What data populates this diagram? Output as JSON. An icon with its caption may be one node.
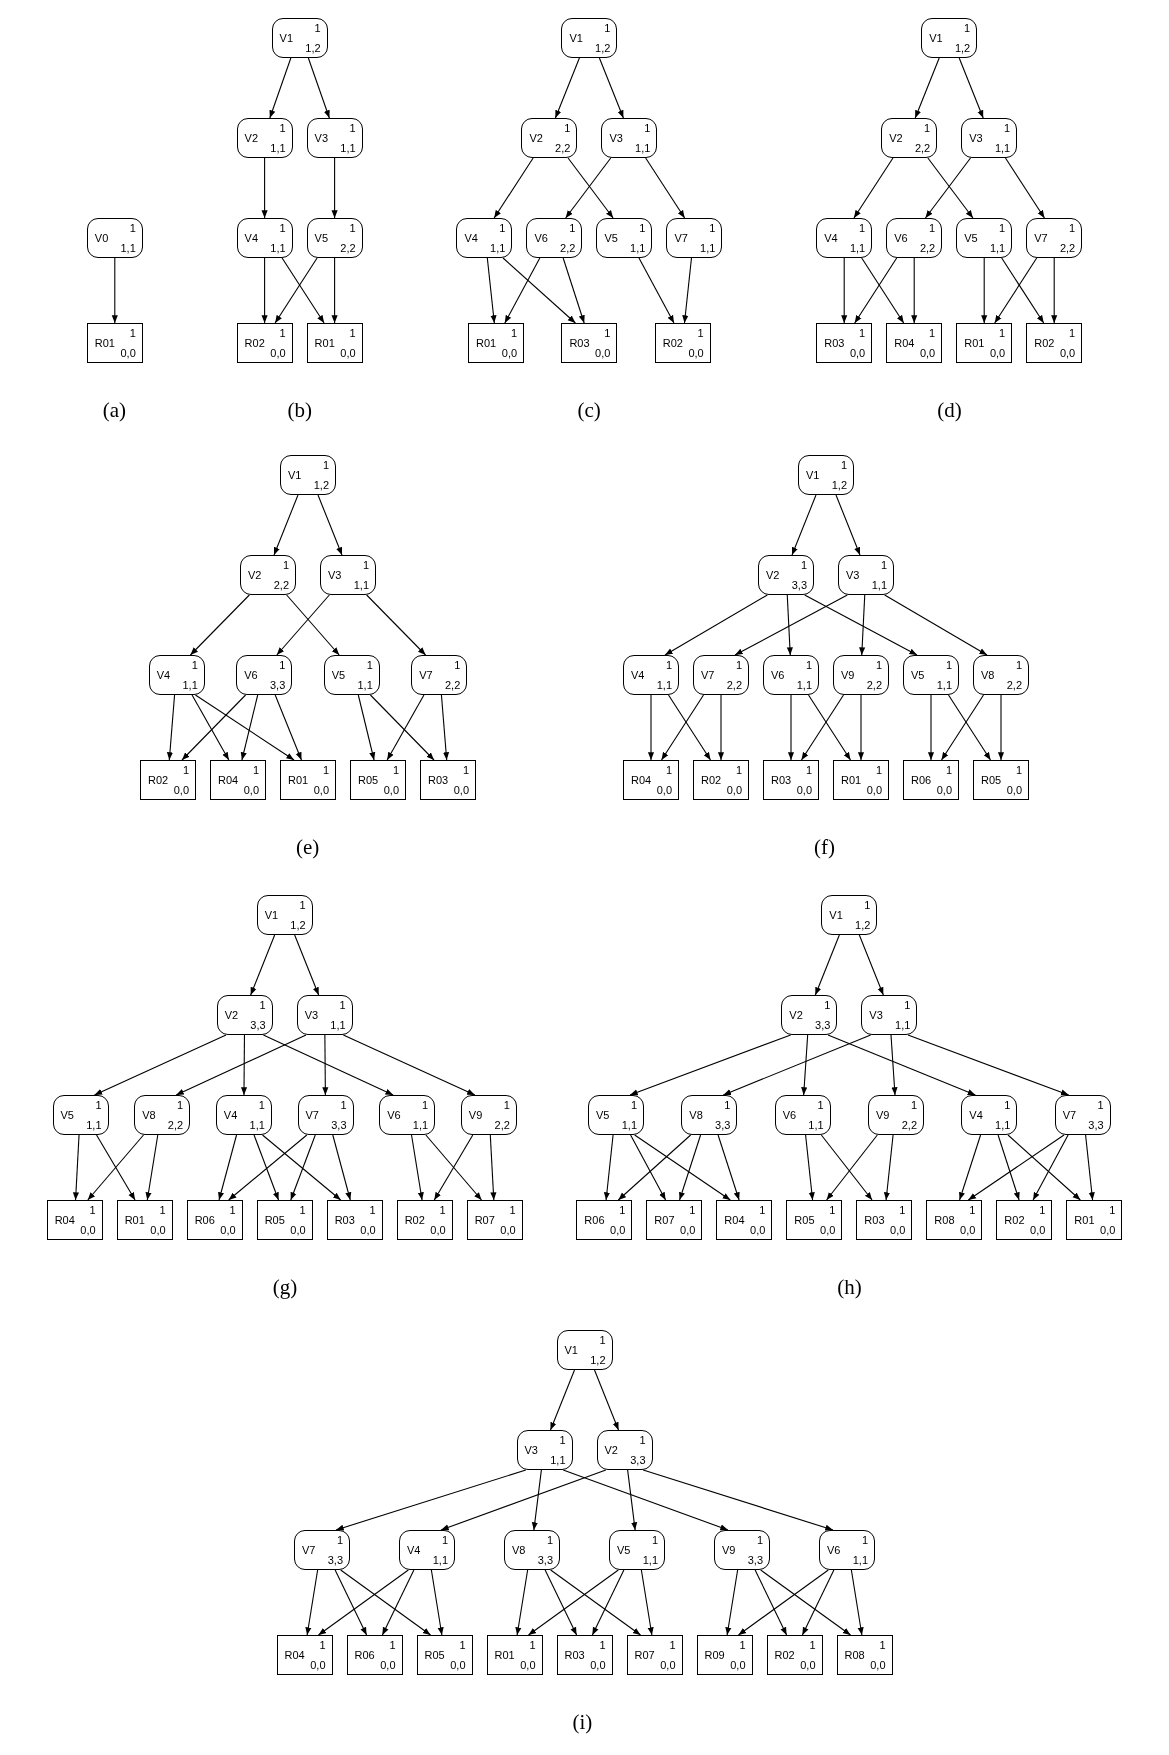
{
  "diagram": {
    "nodes": [
      {
        "text": [
          "1",
          "V0",
          "1,1"
        ]
      },
      {
        "text": [
          "1",
          "R01",
          "0,0"
        ]
      },
      {
        "text": [
          "1",
          "V1",
          "1,2"
        ]
      },
      {
        "text": [
          "1",
          "V2",
          "1,1"
        ]
      },
      {
        "text": [
          "1",
          "V3",
          "1,1"
        ]
      },
      {
        "text": [
          "1",
          "V4",
          "1,1"
        ]
      },
      {
        "text": [
          "1",
          "V5",
          "2,2"
        ]
      },
      {
        "text": [
          "1",
          "R02",
          "0,0"
        ]
      },
      {
        "text": [
          "1",
          "R01",
          "0,0"
        ]
      },
      {
        "text": [
          "1",
          "V1",
          "1,2"
        ]
      },
      {
        "text": [
          "1",
          "V2",
          "2,2"
        ]
      },
      {
        "text": [
          "1",
          "V3",
          "1,1"
        ]
      },
      {
        "text": [
          "1",
          "V4",
          "1,1"
        ]
      },
      {
        "text": [
          "1",
          "V6",
          "2,2"
        ]
      },
      {
        "text": [
          "1",
          "V5",
          "1,1"
        ]
      },
      {
        "text": [
          "1",
          "V7",
          "1,1"
        ]
      },
      {
        "text": [
          "1",
          "R01",
          "0,0"
        ]
      },
      {
        "text": [
          "1",
          "R03",
          "0,0"
        ]
      },
      {
        "text": [
          "1",
          "R02",
          "0,0"
        ]
      },
      {
        "text": [
          "1",
          "V1",
          "1,2"
        ]
      },
      {
        "text": [
          "1",
          "V2",
          "2,2"
        ]
      },
      {
        "text": [
          "1",
          "V3",
          "1,1"
        ]
      },
      {
        "text": [
          "1",
          "V4",
          "1,1"
        ]
      },
      {
        "text": [
          "1",
          "V6",
          "2,2"
        ]
      },
      {
        "text": [
          "1",
          "V5",
          "1,1"
        ]
      },
      {
        "text": [
          "1",
          "V7",
          "2,2"
        ]
      },
      {
        "text": [
          "1",
          "R03",
          "0,0"
        ]
      },
      {
        "text": [
          "1",
          "R04",
          "0,0"
        ]
      },
      {
        "text": [
          "1",
          "R01",
          "0,0"
        ]
      },
      {
        "text": [
          "1",
          "R02",
          "0,0"
        ]
      },
      {
        "text": [
          "1",
          "V1",
          "1,2"
        ]
      },
      {
        "text": [
          "1",
          "V2",
          "2,2"
        ]
      },
      {
        "text": [
          "1",
          "V3",
          "1,1"
        ]
      },
      {
        "text": [
          "1",
          "V4",
          "1,1"
        ]
      },
      {
        "text": [
          "1",
          "V6",
          "3,3"
        ]
      },
      {
        "text": [
          "1",
          "V5",
          "1,1"
        ]
      },
      {
        "text": [
          "1",
          "V7",
          "2,2"
        ]
      },
      {
        "text": [
          "1",
          "R02",
          "0,0"
        ]
      },
      {
        "text": [
          "1",
          "R04",
          "0,0"
        ]
      },
      {
        "text": [
          "1",
          "R01",
          "0,0"
        ]
      },
      {
        "text": [
          "1",
          "R05",
          "0,0"
        ]
      },
      {
        "text": [
          "1",
          "R03",
          "0,0"
        ]
      },
      {
        "text": [
          "1",
          "V1",
          "1,2"
        ]
      },
      {
        "text": [
          "1",
          "V2",
          "3,3"
        ]
      },
      {
        "text": [
          "1",
          "V3",
          "1,1"
        ]
      },
      {
        "text": [
          "1",
          "V4",
          "1,1"
        ]
      },
      {
        "text": [
          "1",
          "V7",
          "2,2"
        ]
      },
      {
        "text": [
          "1",
          "V6",
          "1,1"
        ]
      },
      {
        "text": [
          "1",
          "V9",
          "2,2"
        ]
      },
      {
        "text": [
          "1",
          "V5",
          "1,1"
        ]
      },
      {
        "text": [
          "1",
          "V8",
          "2,2"
        ]
      },
      {
        "text": [
          "1",
          "R04",
          "0,0"
        ]
      },
      {
        "text": [
          "1",
          "R02",
          "0,0"
        ]
      },
      {
        "text": [
          "1",
          "R03",
          "0,0"
        ]
      },
      {
        "text": [
          "1",
          "R01",
          "0,0"
        ]
      },
      {
        "text": [
          "1",
          "R06",
          "0,0"
        ]
      },
      {
        "text": [
          "1",
          "R05",
          "0,0"
        ]
      },
      {
        "text": [
          "1",
          "V1",
          "1,2"
        ]
      },
      {
        "text": [
          "1",
          "V2",
          "3,3"
        ]
      },
      {
        "text": [
          "1",
          "V3",
          "1,1"
        ]
      },
      {
        "text": [
          "1",
          "V5",
          "1,1"
        ]
      },
      {
        "text": [
          "1",
          "V8",
          "2,2"
        ]
      },
      {
        "text": [
          "1",
          "V4",
          "1,1"
        ]
      },
      {
        "text": [
          "1",
          "V7",
          "3,3"
        ]
      },
      {
        "text": [
          "1",
          "V6",
          "1,1"
        ]
      },
      {
        "text": [
          "1",
          "V9",
          "2,2"
        ]
      },
      {
        "text": [
          "1",
          "R04",
          "0,0"
        ]
      },
      {
        "text": [
          "1",
          "R01",
          "0,0"
        ]
      },
      {
        "text": [
          "1",
          "R06",
          "0,0"
        ]
      },
      {
        "text": [
          "1",
          "R05",
          "0,0"
        ]
      },
      {
        "text": [
          "1",
          "R03",
          "0,0"
        ]
      },
      {
        "text": [
          "1",
          "R02",
          "0,0"
        ]
      },
      {
        "text": [
          "1",
          "R07",
          "0,0"
        ]
      },
      {
        "text": [
          "1",
          "V1",
          "1,2"
        ]
      },
      {
        "text": [
          "1",
          "V2",
          "3,3"
        ]
      },
      {
        "text": [
          "1",
          "V3",
          "1,1"
        ]
      },
      {
        "text": [
          "1",
          "V5",
          "1,1"
        ]
      },
      {
        "text": [
          "1",
          "V8",
          "3,3"
        ]
      },
      {
        "text": [
          "1",
          "V6",
          "1,1"
        ]
      },
      {
        "text": [
          "1",
          "V9",
          "2,2"
        ]
      },
      {
        "text": [
          "1",
          "V4",
          "1,1"
        ]
      },
      {
        "text": [
          "1",
          "V7",
          "3,3"
        ]
      },
      {
        "text": [
          "1",
          "R06",
          "0,0"
        ]
      },
      {
        "text": [
          "1",
          "R07",
          "0,0"
        ]
      },
      {
        "text": [
          "1",
          "R04",
          "0,0"
        ]
      },
      {
        "text": [
          "1",
          "R05",
          "0,0"
        ]
      },
      {
        "text": [
          "1",
          "R03",
          "0,0"
        ]
      },
      {
        "text": [
          "1",
          "R08",
          "0,0"
        ]
      },
      {
        "text": [
          "1",
          "R02",
          "0,0"
        ]
      },
      {
        "text": [
          "1",
          "R01",
          "0,0"
        ]
      },
      {
        "text": [
          "1",
          "V1",
          "1,2"
        ]
      },
      {
        "text": [
          "1",
          "V3",
          "1,1"
        ]
      },
      {
        "text": [
          "1",
          "V2",
          "3,3"
        ]
      },
      {
        "text": [
          "1",
          "V7",
          "3,3"
        ]
      },
      {
        "text": [
          "1",
          "V4",
          "1,1"
        ]
      },
      {
        "text": [
          "1",
          "V8",
          "3,3"
        ]
      },
      {
        "text": [
          "1",
          "V5",
          "1,1"
        ]
      },
      {
        "text": [
          "1",
          "V9",
          "3,3"
        ]
      },
      {
        "text": [
          "1",
          "V6",
          "1,1"
        ]
      },
      {
        "text": [
          "1",
          "R04",
          "0,0"
        ]
      },
      {
        "text": [
          "1",
          "R06",
          "0,0"
        ]
      },
      {
        "text": [
          "1",
          "R05",
          "0,0"
        ]
      },
      {
        "text": [
          "1",
          "R01",
          "0,0"
        ]
      },
      {
        "text": [
          "1",
          "R03",
          "0,0"
        ]
      },
      {
        "text": [
          "1",
          "R07",
          "0,0"
        ]
      },
      {
        "text": [
          "1",
          "R09",
          "0,0"
        ]
      },
      {
        "text": [
          "1",
          "R02",
          "0,0"
        ]
      },
      {
        "text": [
          "1",
          "R08",
          "0,0"
        ]
      }
    ],
    "edges": [
      {
        "from": 0,
        "to": 1,
        "arrow": "to"
      },
      {
        "from": 2,
        "to": 3,
        "arrow": "to"
      },
      {
        "from": 2,
        "to": 4,
        "arrow": "to"
      },
      {
        "from": 3,
        "to": 5,
        "arrow": "to"
      },
      {
        "from": 4,
        "to": 6,
        "arrow": "to"
      },
      {
        "from": 5,
        "to": 7,
        "arrow": "to"
      },
      {
        "from": 5,
        "to": 8,
        "arrow": "to"
      },
      {
        "from": 6,
        "to": 7,
        "arrow": "to"
      },
      {
        "from": 6,
        "to": 8,
        "arrow": "to"
      },
      {
        "from": 9,
        "to": 10,
        "arrow": "to"
      },
      {
        "from": 9,
        "to": 11,
        "arrow": "to"
      },
      {
        "from": 10,
        "to": 12,
        "arrow": "to"
      },
      {
        "from": 10,
        "to": 14,
        "arrow": "to"
      },
      {
        "from": 11,
        "to": 13,
        "arrow": "to"
      },
      {
        "from": 11,
        "to": 15,
        "arrow": "to"
      },
      {
        "from": 12,
        "to": 16,
        "arrow": "to"
      },
      {
        "from": 12,
        "to": 17,
        "arrow": "to"
      },
      {
        "from": 13,
        "to": 16,
        "arrow": "to"
      },
      {
        "from": 13,
        "to": 17,
        "arrow": "to"
      },
      {
        "from": 14,
        "to": 18,
        "arrow": "to"
      },
      {
        "from": 15,
        "to": 18,
        "arrow": "to"
      },
      {
        "from": 19,
        "to": 20,
        "arrow": "to"
      },
      {
        "from": 19,
        "to": 21,
        "arrow": "to"
      },
      {
        "from": 20,
        "to": 22,
        "arrow": "to"
      },
      {
        "from": 20,
        "to": 24,
        "arrow": "to"
      },
      {
        "from": 21,
        "to": 23,
        "arrow": "to"
      },
      {
        "from": 21,
        "to": 25,
        "arrow": "to"
      },
      {
        "from": 22,
        "to": 26,
        "arrow": "to"
      },
      {
        "from": 22,
        "to": 27,
        "arrow": "to"
      },
      {
        "from": 23,
        "to": 26,
        "arrow": "to"
      },
      {
        "from": 23,
        "to": 27,
        "arrow": "to"
      },
      {
        "from": 24,
        "to": 28,
        "arrow": "to"
      },
      {
        "from": 24,
        "to": 29,
        "arrow": "to"
      },
      {
        "from": 25,
        "to": 28,
        "arrow": "to"
      },
      {
        "from": 25,
        "to": 29,
        "arrow": "to"
      },
      {
        "from": 30,
        "to": 31,
        "arrow": "to"
      },
      {
        "from": 30,
        "to": 32,
        "arrow": "to"
      },
      {
        "from": 31,
        "to": 33,
        "arrow": "to"
      },
      {
        "from": 31,
        "to": 35,
        "arrow": "to"
      },
      {
        "from": 32,
        "to": 34,
        "arrow": "to"
      },
      {
        "from": 32,
        "to": 36,
        "arrow": "to"
      },
      {
        "from": 33,
        "to": 37,
        "arrow": "to"
      },
      {
        "from": 33,
        "to": 38,
        "arrow": "to"
      },
      {
        "from": 33,
        "to": 39,
        "arrow": "to"
      },
      {
        "from": 34,
        "to": 37,
        "arrow": "to"
      },
      {
        "from": 34,
        "to": 38,
        "arrow": "to"
      },
      {
        "from": 34,
        "to": 39,
        "arrow": "to"
      },
      {
        "from": 35,
        "to": 40,
        "arrow": "to"
      },
      {
        "from": 35,
        "to": 41,
        "arrow": "to"
      },
      {
        "from": 36,
        "to": 40,
        "arrow": "to"
      },
      {
        "from": 36,
        "to": 41,
        "arrow": "to"
      },
      {
        "from": 42,
        "to": 43,
        "arrow": "to"
      },
      {
        "from": 42,
        "to": 44,
        "arrow": "to"
      },
      {
        "from": 43,
        "to": 45,
        "arrow": "to"
      },
      {
        "from": 43,
        "to": 47,
        "arrow": "to"
      },
      {
        "from": 43,
        "to": 49,
        "arrow": "to"
      },
      {
        "from": 44,
        "to": 46,
        "arrow": "to"
      },
      {
        "from": 44,
        "to": 48,
        "arrow": "to"
      },
      {
        "from": 44,
        "to": 50,
        "arrow": "to"
      },
      {
        "from": 45,
        "to": 51,
        "arrow": "to"
      },
      {
        "from": 45,
        "to": 52,
        "arrow": "to"
      },
      {
        "from": 46,
        "to": 51,
        "arrow": "to"
      },
      {
        "from": 46,
        "to": 52,
        "arrow": "to"
      },
      {
        "from": 47,
        "to": 53,
        "arrow": "to"
      },
      {
        "from": 47,
        "to": 54,
        "arrow": "to"
      },
      {
        "from": 48,
        "to": 53,
        "arrow": "to"
      },
      {
        "from": 48,
        "to": 54,
        "arrow": "to"
      },
      {
        "from": 49,
        "to": 55,
        "arrow": "to"
      },
      {
        "from": 49,
        "to": 56,
        "arrow": "to"
      },
      {
        "from": 50,
        "to": 55,
        "arrow": "to"
      },
      {
        "from": 50,
        "to": 56,
        "arrow": "to"
      },
      {
        "from": 57,
        "to": 58,
        "arrow": "to"
      },
      {
        "from": 57,
        "to": 59,
        "arrow": "to"
      },
      {
        "from": 58,
        "to": 60,
        "arrow": "to"
      },
      {
        "from": 58,
        "to": 62,
        "arrow": "to"
      },
      {
        "from": 58,
        "to": 64,
        "arrow": "to"
      },
      {
        "from": 59,
        "to": 61,
        "arrow": "to"
      },
      {
        "from": 59,
        "to": 63,
        "arrow": "to"
      },
      {
        "from": 59,
        "to": 65,
        "arrow": "to"
      },
      {
        "from": 60,
        "to": 66,
        "arrow": "to"
      },
      {
        "from": 60,
        "to": 67,
        "arrow": "to"
      },
      {
        "from": 61,
        "to": 66,
        "arrow": "to"
      },
      {
        "from": 61,
        "to": 67,
        "arrow": "to"
      },
      {
        "from": 62,
        "to": 68,
        "arrow": "to"
      },
      {
        "from": 62,
        "to": 69,
        "arrow": "to"
      },
      {
        "from": 62,
        "to": 70,
        "arrow": "to"
      },
      {
        "from": 63,
        "to": 68,
        "arrow": "to"
      },
      {
        "from": 63,
        "to": 69,
        "arrow": "to"
      },
      {
        "from": 63,
        "to": 70,
        "arrow": "to"
      },
      {
        "from": 64,
        "to": 71,
        "arrow": "to"
      },
      {
        "from": 64,
        "to": 72,
        "arrow": "to"
      },
      {
        "from": 65,
        "to": 71,
        "arrow": "to"
      },
      {
        "from": 65,
        "to": 72,
        "arrow": "to"
      },
      {
        "from": 73,
        "to": 74,
        "arrow": "to"
      },
      {
        "from": 73,
        "to": 75,
        "arrow": "to"
      },
      {
        "from": 74,
        "to": 76,
        "arrow": "to"
      },
      {
        "from": 74,
        "to": 78,
        "arrow": "to"
      },
      {
        "from": 74,
        "to": 80,
        "arrow": "to"
      },
      {
        "from": 75,
        "to": 77,
        "arrow": "to"
      },
      {
        "from": 75,
        "to": 79,
        "arrow": "to"
      },
      {
        "from": 75,
        "to": 81,
        "arrow": "to"
      },
      {
        "from": 76,
        "to": 82,
        "arrow": "to"
      },
      {
        "from": 76,
        "to": 83,
        "arrow": "to"
      },
      {
        "from": 76,
        "to": 84,
        "arrow": "to"
      },
      {
        "from": 77,
        "to": 82,
        "arrow": "to"
      },
      {
        "from": 77,
        "to": 83,
        "arrow": "to"
      },
      {
        "from": 77,
        "to": 84,
        "arrow": "to"
      },
      {
        "from": 78,
        "to": 85,
        "arrow": "to"
      },
      {
        "from": 78,
        "to": 86,
        "arrow": "to"
      },
      {
        "from": 79,
        "to": 85,
        "arrow": "to"
      },
      {
        "from": 79,
        "to": 86,
        "arrow": "to"
      },
      {
        "from": 80,
        "to": 87,
        "arrow": "to"
      },
      {
        "from": 80,
        "to": 88,
        "arrow": "to"
      },
      {
        "from": 80,
        "to": 89,
        "arrow": "to"
      },
      {
        "from": 81,
        "to": 87,
        "arrow": "to"
      },
      {
        "from": 81,
        "to": 88,
        "arrow": "to"
      },
      {
        "from": 81,
        "to": 89,
        "arrow": "to"
      },
      {
        "from": 90,
        "to": 91,
        "arrow": "to"
      },
      {
        "from": 90,
        "to": 92,
        "arrow": "to"
      },
      {
        "from": 91,
        "to": 93,
        "arrow": "to"
      },
      {
        "from": 91,
        "to": 95,
        "arrow": "to"
      },
      {
        "from": 91,
        "to": 97,
        "arrow": "to"
      },
      {
        "from": 92,
        "to": 94,
        "arrow": "to"
      },
      {
        "from": 92,
        "to": 96,
        "arrow": "to"
      },
      {
        "from": 92,
        "to": 98,
        "arrow": "to"
      },
      {
        "from": 93,
        "to": 99,
        "arrow": "to"
      },
      {
        "from": 93,
        "to": 100,
        "arrow": "to"
      },
      {
        "from": 93,
        "to": 101,
        "arrow": "to"
      },
      {
        "from": 94,
        "to": 99,
        "arrow": "to"
      },
      {
        "from": 94,
        "to": 100,
        "arrow": "to"
      },
      {
        "from": 94,
        "to": 101,
        "arrow": "to"
      },
      {
        "from": 95,
        "to": 102,
        "arrow": "to"
      },
      {
        "from": 95,
        "to": 103,
        "arrow": "to"
      },
      {
        "from": 95,
        "to": 104,
        "arrow": "to"
      },
      {
        "from": 96,
        "to": 102,
        "arrow": "to"
      },
      {
        "from": 96,
        "to": 103,
        "arrow": "to"
      },
      {
        "from": 96,
        "to": 104,
        "arrow": "to"
      },
      {
        "from": 97,
        "to": 105,
        "arrow": "to"
      },
      {
        "from": 97,
        "to": 106,
        "arrow": "to"
      },
      {
        "from": 97,
        "to": 107,
        "arrow": "to"
      },
      {
        "from": 98,
        "to": 105,
        "arrow": "to"
      },
      {
        "from": 98,
        "to": 106,
        "arrow": "to"
      },
      {
        "from": 98,
        "to": 107,
        "arrow": "to"
      }
    ],
    "labels": [
      "(a)",
      "(b)",
      "(c)",
      "(d)",
      "(e)",
      "(f)",
      "(g)",
      "(h)",
      "(i)"
    ]
  }
}
